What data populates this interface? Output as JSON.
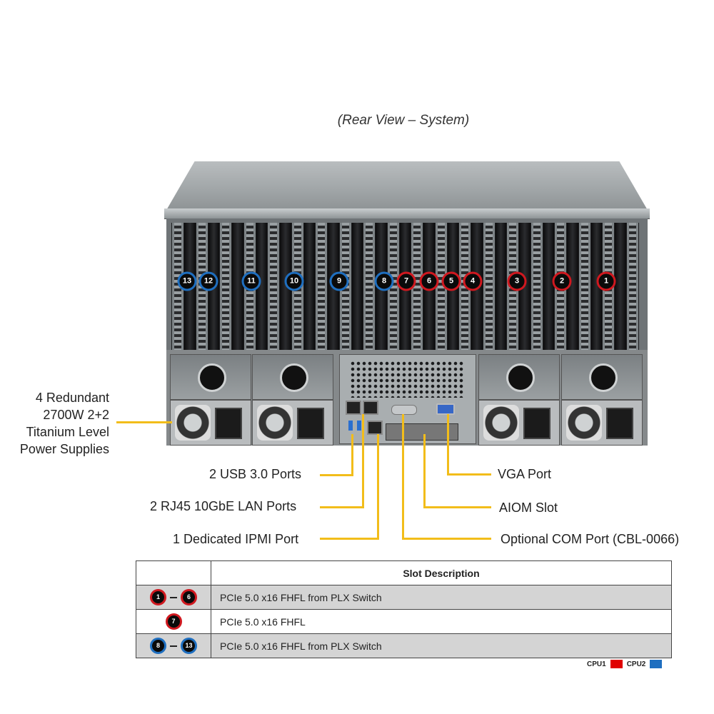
{
  "caption": "(Rear View – System)",
  "colors": {
    "cpu1": "#e00000",
    "cpu2": "#1f6fc0",
    "callout_line": "#f2bd1a"
  },
  "slots": [
    {
      "num": "13",
      "cpu": "cpu2"
    },
    {
      "num": "12",
      "cpu": "cpu2"
    },
    {
      "num": "11",
      "cpu": "cpu2"
    },
    {
      "num": "10",
      "cpu": "cpu2"
    },
    {
      "num": "9",
      "cpu": "cpu2"
    },
    {
      "num": "8",
      "cpu": "cpu2"
    },
    {
      "num": "7",
      "cpu": "cpu1"
    },
    {
      "num": "6",
      "cpu": "cpu1"
    },
    {
      "num": "5",
      "cpu": "cpu1"
    },
    {
      "num": "4",
      "cpu": "cpu1"
    },
    {
      "num": "3",
      "cpu": "cpu1"
    },
    {
      "num": "2",
      "cpu": "cpu1"
    },
    {
      "num": "1",
      "cpu": "cpu1"
    }
  ],
  "callouts": {
    "power_supplies": [
      "4 Redundant",
      "2700W 2+2",
      "Titanium Level",
      "Power Supplies"
    ],
    "usb": "2 USB 3.0 Ports",
    "lan": "2 RJ45 10GbE LAN Ports",
    "ipmi": "1 Dedicated IPMI Port",
    "vga": "VGA Port",
    "aiom": "AIOM Slot",
    "com": "Optional COM Port (CBL-0066)"
  },
  "table": {
    "header": "Slot Description",
    "rows": [
      {
        "from": "1",
        "to": "6",
        "cpu": "cpu1",
        "description": "PCIe 5.0 x16 FHFL from PLX Switch"
      },
      {
        "from": "7",
        "to": null,
        "cpu": "cpu1",
        "description": "PCIe 5.0 x16 FHFL"
      },
      {
        "from": "8",
        "to": "13",
        "cpu": "cpu2",
        "description": "PCIe 5.0 x16 FHFL from PLX Switch"
      }
    ]
  },
  "legend": [
    {
      "label": "CPU1",
      "color": "#e00000"
    },
    {
      "label": "CPU2",
      "color": "#1f6fc0"
    }
  ]
}
